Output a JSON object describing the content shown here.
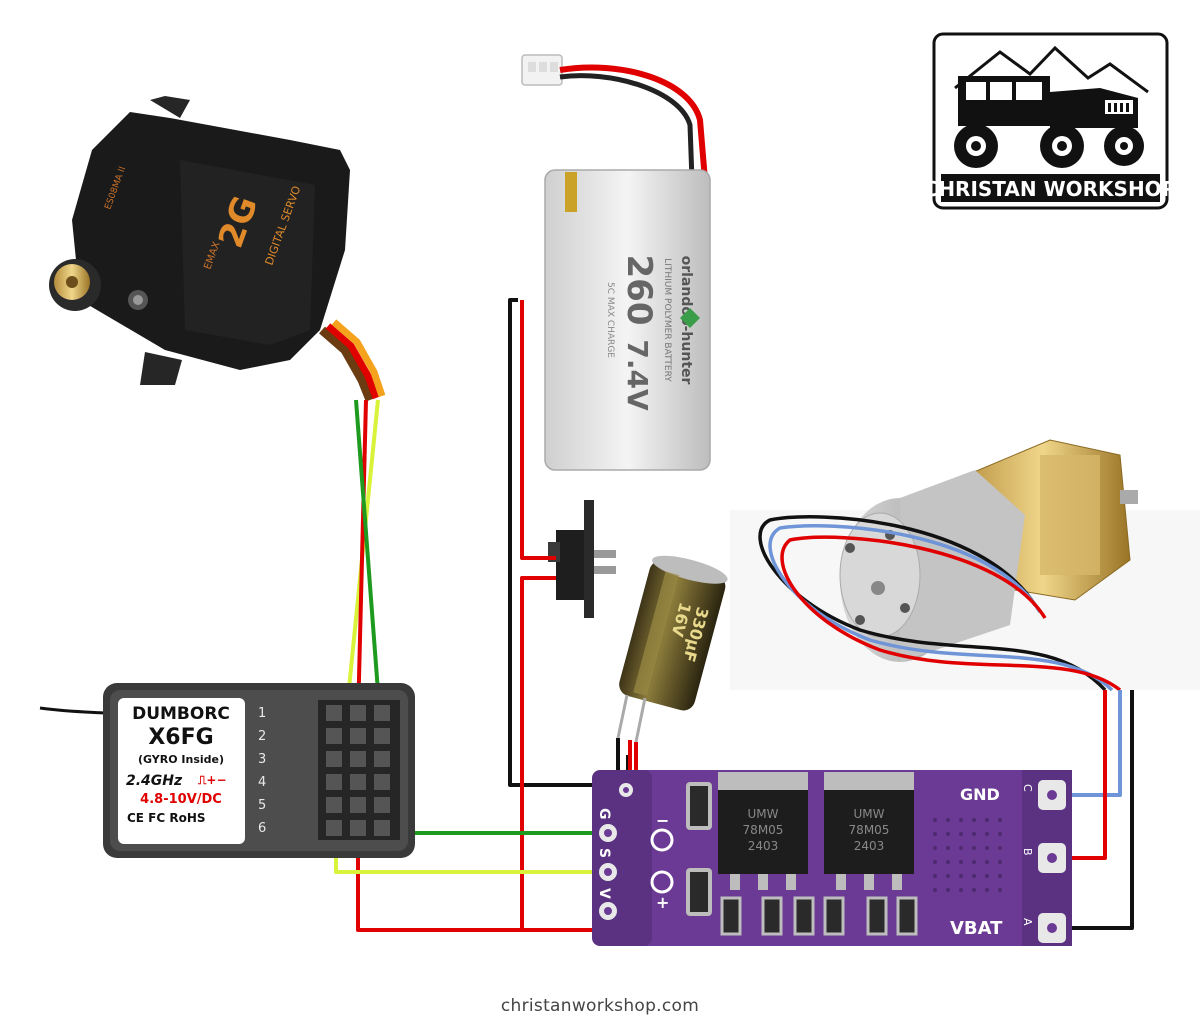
{
  "logo": {
    "text": "CHRISTAN WORKSHOP"
  },
  "servo": {
    "brand": "EMAX",
    "model": "ES08MA II",
    "label_big": "2G",
    "label_small": "DIGITAL SERVO"
  },
  "battery": {
    "brand": "orlandoo-hunter",
    "line": "LITHIUM POLYMER BATTERY",
    "capacity": "260",
    "voltage": "7.4V",
    "charge": "5C MAX CHARGE"
  },
  "capacitor": {
    "rating": "330µF",
    "voltage": "16V"
  },
  "receiver": {
    "brand": "DUMBORC",
    "model": "X6FG",
    "gyro": "(GYRO Inside)",
    "band": "2.4GHz",
    "band_icon": "⎍+−",
    "voltage": "4.8-10V/DC",
    "certs": "CE FC RoHS",
    "channels": [
      "1",
      "2",
      "3",
      "4",
      "5",
      "6"
    ]
  },
  "esc": {
    "left_pins": [
      "G",
      "S",
      "V"
    ],
    "right_labels": {
      "gnd": "GND",
      "vbat": "VBAT"
    },
    "right_pins": [
      "C",
      "B",
      "A"
    ],
    "polarity": [
      "−",
      "+"
    ],
    "regulators": [
      {
        "line1": "UMW",
        "line2": "78M05",
        "line3": "2403"
      },
      {
        "line1": "UMW",
        "line2": "78M05",
        "line3": "2403"
      }
    ]
  },
  "footer": {
    "url": "christanworkshop.com"
  },
  "colors": {
    "red": "#e00000",
    "black": "#111111",
    "green": "#1e9a1e",
    "yellow": "#d9f23a",
    "blue": "#6f95d8",
    "esc": "#6a3a94"
  }
}
